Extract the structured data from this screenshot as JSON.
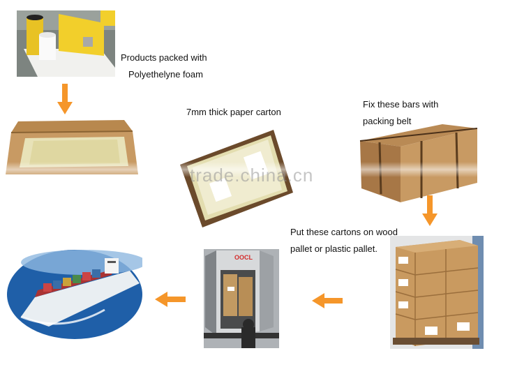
{
  "captions": {
    "step1_line1": "Products packed with",
    "step1_line2": "Polyethelyne foam",
    "step2": "7mm thick paper carton",
    "step3_line1": "Fix these bars with",
    "step3_line2": "packing belt",
    "step4_line1": "Put these cartons on wood",
    "step4_line2": "pallet or plastic pallet."
  },
  "watermark": "trade.china.cn",
  "container_label": "OOCL",
  "colors": {
    "arrow": "#f5962a",
    "cardboard": "#c89a63",
    "foam": "#e8e2b8",
    "sea": "#1f5fa8"
  }
}
